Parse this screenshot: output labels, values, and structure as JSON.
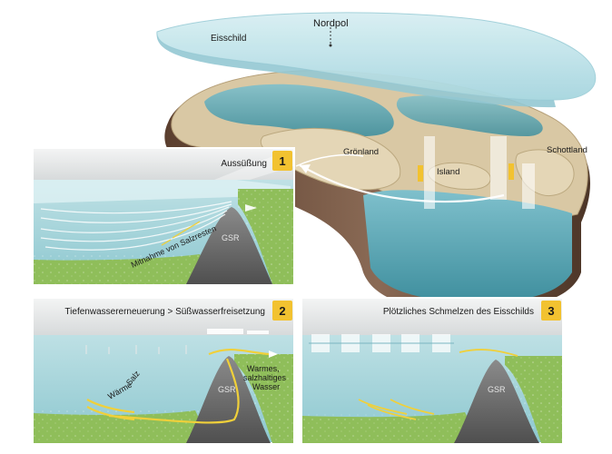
{
  "globe": {
    "north_pole": "Nordpol",
    "ice_sheet": "Eisschild",
    "greenland": "Grönland",
    "iceland": "Island",
    "scotland": "Schottland"
  },
  "panels": [
    {
      "number": "1",
      "title": "Aussüßung",
      "ridge_label": "GSR",
      "annotation": "Mitnahme von Salzresten"
    },
    {
      "number": "2",
      "title": "Tiefenwassererneuerung > Süßwasserfreisetzung",
      "ridge_label": "GSR",
      "warm_water_line1": "Warmes,",
      "warm_water_line2": "salzhaltiges",
      "warm_water_line3": "Wasser",
      "salt_label": "Salz",
      "heat_label": "Wärme"
    },
    {
      "number": "3",
      "title": "Plötzliches Schmelzen des Eisschilds",
      "ridge_label": "GSR"
    }
  ],
  "colors": {
    "badge": "#f2c230",
    "ridge": "#6b6b6b",
    "seafloor": "#8fbe5a",
    "water": "#a9d6da",
    "ice": "#bfe3ea",
    "land": "#d9c8a4",
    "arrow_warm": "#f0d03a"
  }
}
